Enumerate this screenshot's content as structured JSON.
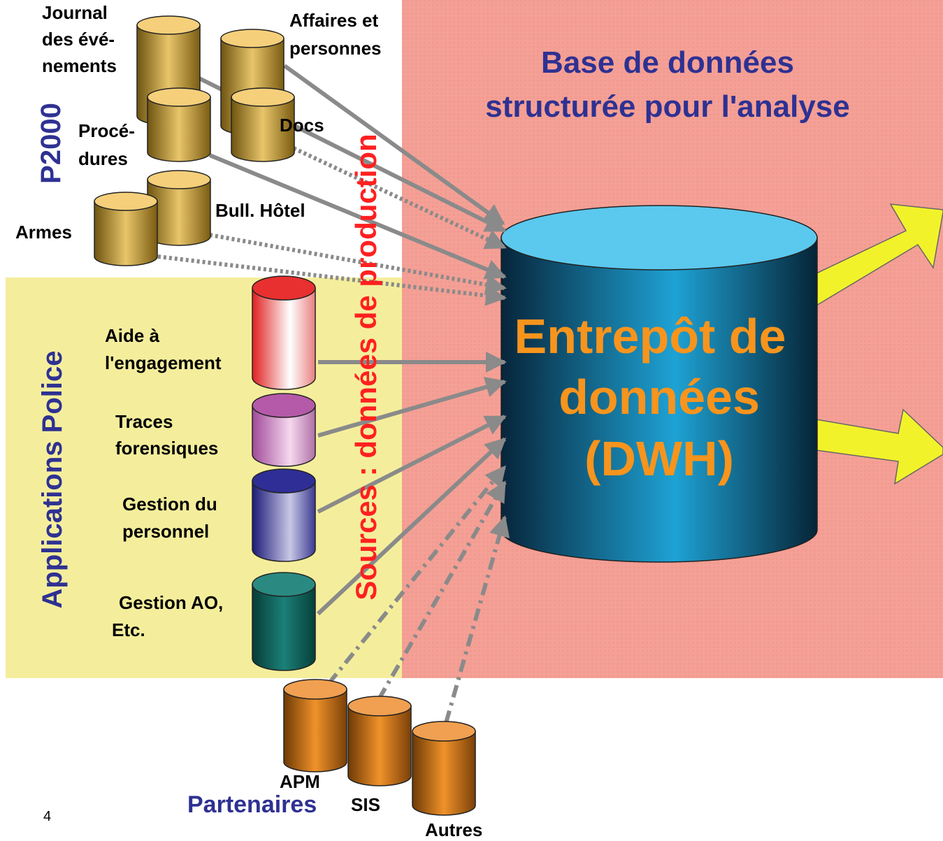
{
  "title": {
    "line1": "Base de données",
    "line2": "structurée pour l'analyse"
  },
  "dwh": {
    "line1": "Entrepôt de",
    "line2": "données",
    "line3": "(DWH)"
  },
  "vertical_labels": {
    "p2000": "P2000",
    "applications_police": "Applications Police",
    "sources": "Sources : données de production"
  },
  "p2000_sources": {
    "journal": [
      "Journal",
      "des évé-",
      "nements"
    ],
    "affaires": [
      "Affaires et",
      "personnes"
    ],
    "procedures": [
      "Procé-",
      "dures"
    ],
    "docs": "Docs",
    "bull_hotel": "Bull. Hôtel",
    "armes": "Armes"
  },
  "police_applications": {
    "aide": [
      "Aide à",
      "l'engagement"
    ],
    "traces": [
      "Traces",
      "forensiques"
    ],
    "gestion_personnel": [
      "Gestion du",
      "personnel"
    ],
    "gestion_ao": [
      "Gestion AO,",
      "Etc."
    ]
  },
  "partners": {
    "heading": "Partenaires",
    "apm": "APM",
    "sis": "SIS",
    "autres": "Autres"
  },
  "page_number": "4",
  "colors": {
    "analysis_zone": "#f4a096",
    "applications_zone": "#f4ee9c",
    "title_text": "#2e3192",
    "dwh_text": "#f7941d",
    "sources_text": "#ff2020",
    "dwh_cylinder_top": "#5bc8ee",
    "dwh_cylinder_body": "#1a87b0",
    "output_arrow": "#f2f22a"
  }
}
